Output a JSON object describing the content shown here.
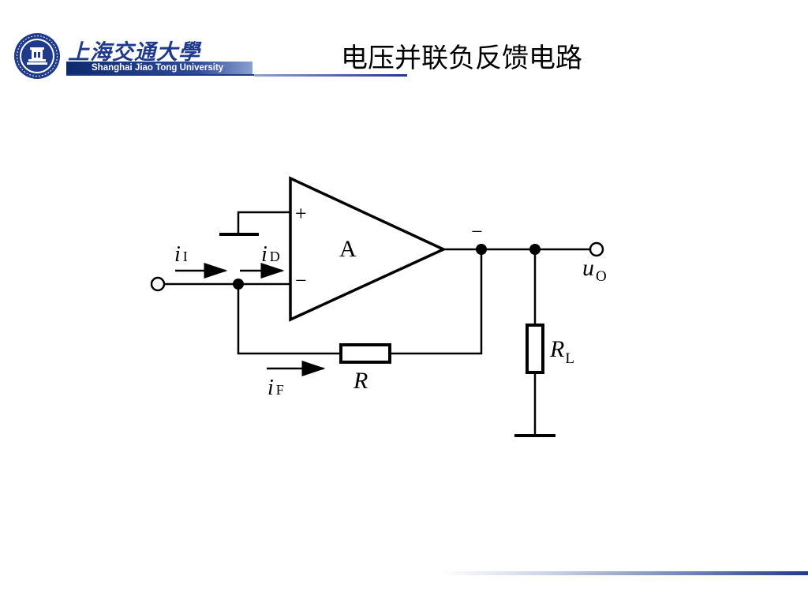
{
  "header": {
    "logo_chinese": "上海交通大學",
    "logo_english": "Shanghai Jiao Tong University",
    "title": "电压并联负反馈电路"
  },
  "circuit": {
    "amplifier_label": "A",
    "plus_sign": "+",
    "minus_sign": "−",
    "output_inversion_mark": "−",
    "current_input": {
      "main": "i",
      "sub": "I"
    },
    "current_diff": {
      "main": "i",
      "sub": "D"
    },
    "current_feedback": {
      "main": "i",
      "sub": "F"
    },
    "resistor_feedback": "R",
    "resistor_load": {
      "main": "R",
      "sub": "L"
    },
    "output_voltage": {
      "main": "u",
      "sub": "O"
    }
  },
  "colors": {
    "brand_blue": "#1f3a8a",
    "wire": "#000000",
    "background": "#ffffff"
  },
  "icons": {
    "logo": "university-seal-icon"
  }
}
